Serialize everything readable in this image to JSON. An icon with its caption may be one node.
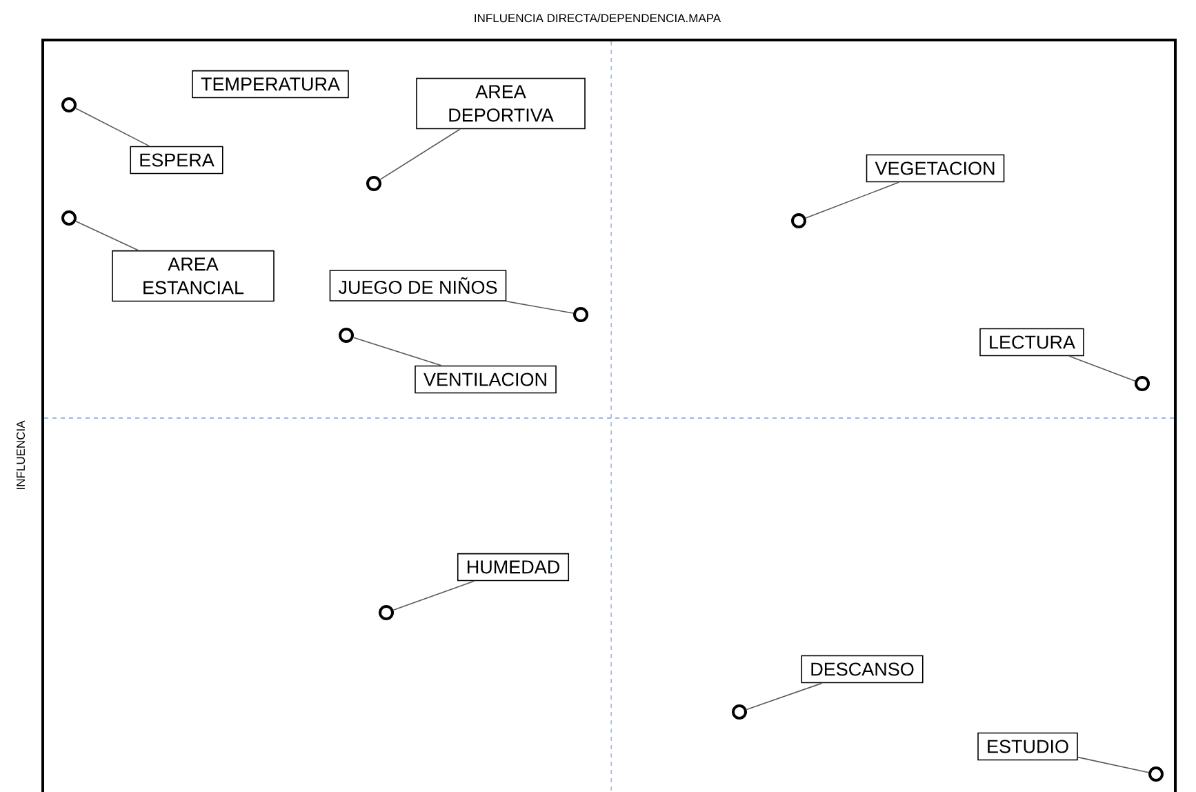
{
  "diagram": {
    "title": "INFLUENCIA DIRECTA/DEPENDENCIA.MAPA",
    "nodes": [
      {
        "text": [
          "TEMPERATURA"
        ]
      },
      {
        "text": [
          "AREA DEPORTIVA"
        ]
      },
      {
        "text": [
          "ESPERA"
        ]
      },
      {
        "text": [
          "VEGETACION"
        ]
      },
      {
        "text": [
          "AREA ESTANCIAL"
        ]
      },
      {
        "text": [
          "JUEGO DE NIÑOS"
        ]
      },
      {
        "text": [
          "LECTURA"
        ]
      },
      {
        "text": [
          "VENTILACION"
        ]
      },
      {
        "text": [
          "HUMEDAD"
        ]
      },
      {
        "text": [
          "DESCANSO"
        ]
      },
      {
        "text": [
          "ESTUDIO"
        ]
      },
      {
        "text": [],
        "shape": "circle"
      },
      {
        "text": [],
        "shape": "circle"
      },
      {
        "text": [],
        "shape": "circle"
      },
      {
        "text": [],
        "shape": "circle"
      },
      {
        "text": [],
        "shape": "circle"
      },
      {
        "text": [],
        "shape": "circle"
      },
      {
        "text": [],
        "shape": "circle"
      },
      {
        "text": [],
        "shape": "circle"
      },
      {
        "text": [],
        "shape": "circle"
      },
      {
        "text": [],
        "shape": "circle"
      }
    ],
    "edges": [
      {
        "from": 2,
        "to": 11,
        "arrow": "none"
      },
      {
        "from": 4,
        "to": 12,
        "arrow": "none"
      },
      {
        "from": 7,
        "to": 13,
        "arrow": "none"
      },
      {
        "from": 1,
        "to": 14,
        "arrow": "none"
      },
      {
        "from": 8,
        "to": 15,
        "arrow": "none"
      },
      {
        "from": 5,
        "to": 16,
        "arrow": "none"
      },
      {
        "from": 9,
        "to": 17,
        "arrow": "none"
      },
      {
        "from": 3,
        "to": 18,
        "arrow": "none"
      },
      {
        "from": 6,
        "to": 19,
        "arrow": "none"
      },
      {
        "from": 10,
        "to": 20,
        "arrow": "none"
      }
    ],
    "labels": [
      "INFLUENCIA"
    ]
  }
}
